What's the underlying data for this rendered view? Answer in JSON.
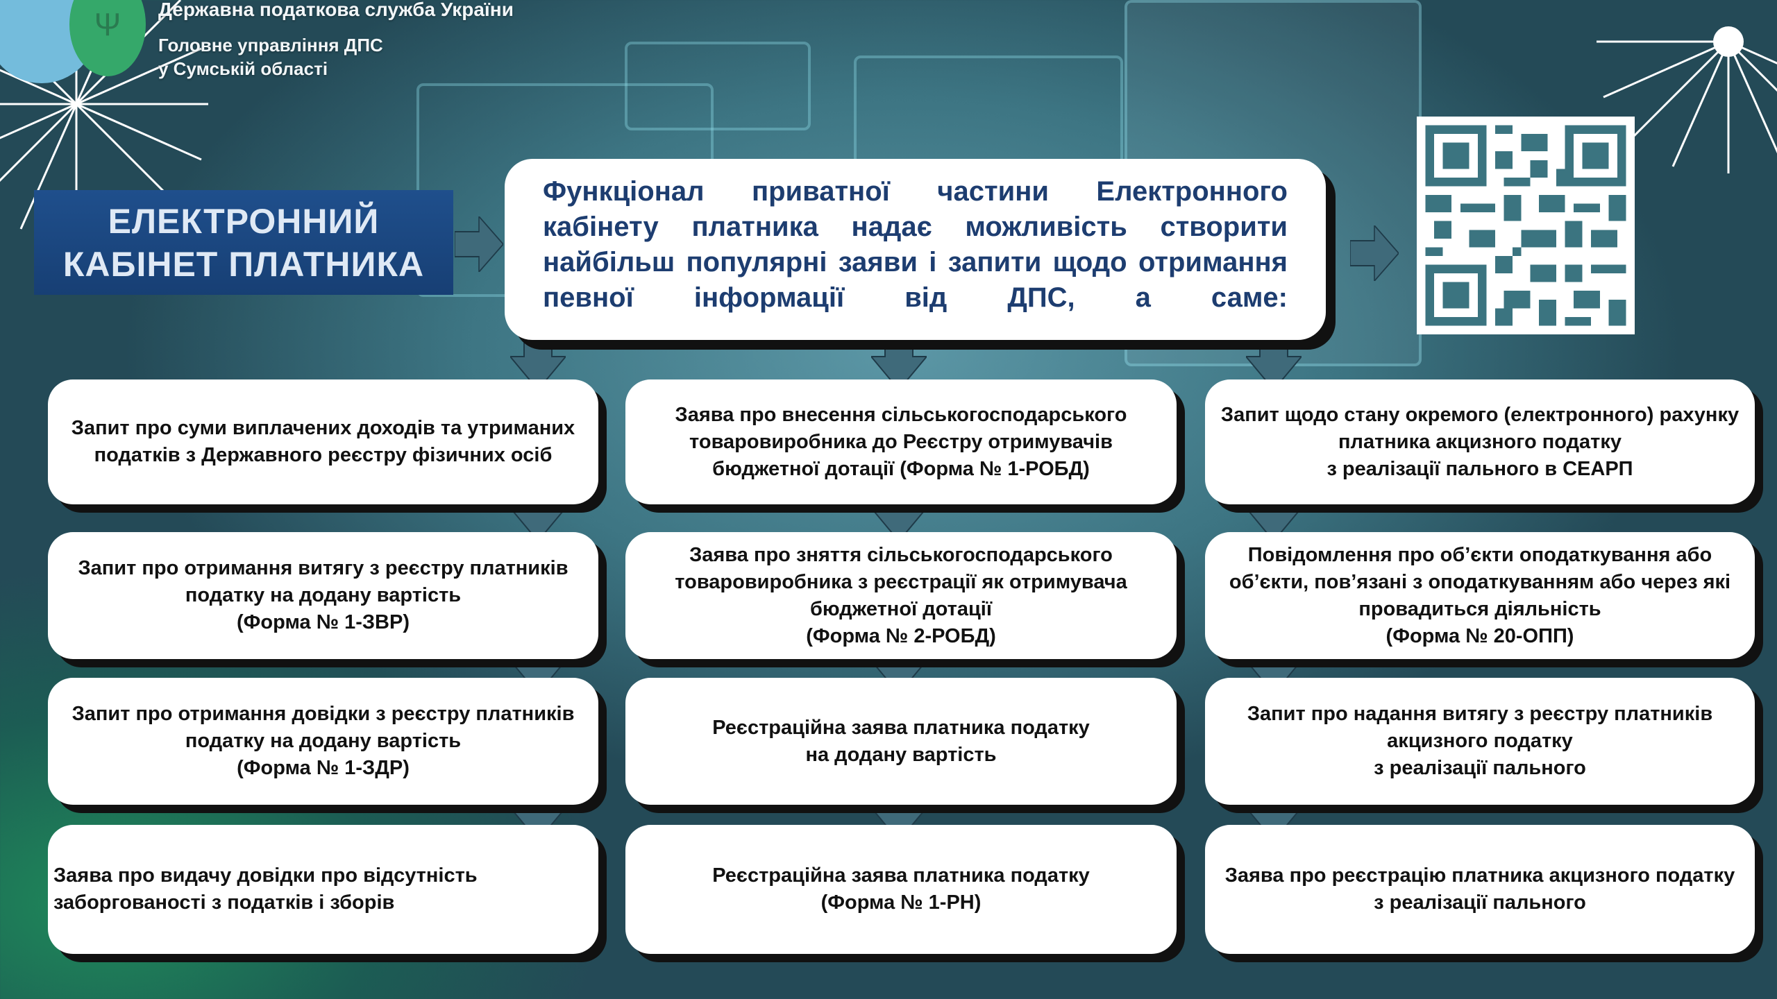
{
  "header": {
    "org": "Державна податкова служба України",
    "office_line1": "Головне управління ДПС",
    "office_line2": "у Сумській області",
    "emblem": "trident-icon"
  },
  "banner": {
    "line1": "ЕЛЕКТРОННИЙ",
    "line2": "КАБІНЕТ ПЛАТНИКА"
  },
  "callout": {
    "text": "Функціонал приватної частини Електронного кабінету платника надає можливість створити найбільш популярні заяви і запити щодо отримання певної інформації від ДПС, а саме:"
  },
  "columns": [
    {
      "items": [
        "Запит про суми виплачених доходів та утриманих податків з Державного реєстру фізичних осіб",
        "Запит про отримання витягу з реєстру платників податку на додану вартість\n(Форма № 1-ЗВР)",
        "Запит про отримання довідки з реєстру платників податку на додану вартість\n(Форма № 1-ЗДР)",
        "Заява про видачу довідки про відсутність заборгованості з податків і зборів"
      ]
    },
    {
      "items": [
        "Заява про внесення сільськогосподарського товаровиробника до Реєстру отримувачів бюджетної дотації (Форма № 1-РОБД)",
        "Заява про зняття сільськогосподарського товаровиробника з реєстрації як отримувача бюджетної дотації\n(Форма № 2-РОБД)",
        "Реєстраційна заява платника податку\nна додану вартість",
        "Реєстраційна заява платника податку\n(Форма № 1-РН)"
      ]
    },
    {
      "items": [
        "Запит щодо стану окремого (електронного) рахунку платника акцизного податку\nз реалізації пального в СЕАРП",
        "Повідомлення про об’єкти оподаткування або об’єкти, пов’язані з оподаткуванням або через які провадиться діяльність\n(Форма № 20-ОПП)",
        "Запит про надання витягу з реєстру платників акцизного податку\nз реалізації пального",
        "Заява про реєстрацію платника акцизного податку з реалізації пального"
      ]
    }
  ],
  "colors": {
    "callout_text": "#1d3d70",
    "banner_bg": "#1f4f8c",
    "arrow": "#3f6a7a"
  }
}
